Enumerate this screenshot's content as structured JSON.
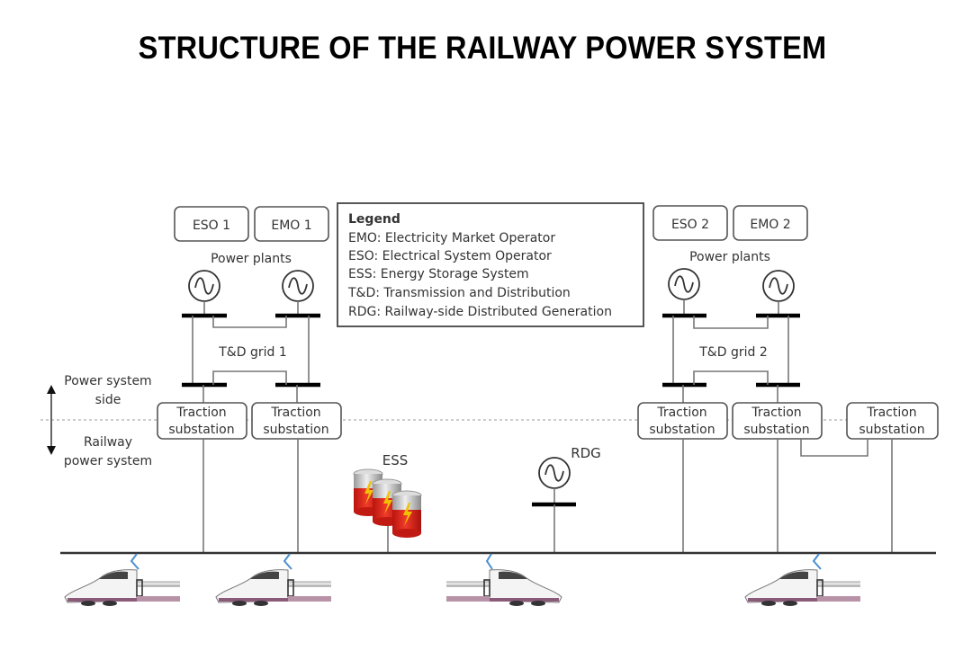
{
  "title": "STRUCTURE OF THE RAILWAY POWER SYSTEM",
  "operators": {
    "left": [
      "ESO 1",
      "EMO 1"
    ],
    "right": [
      "ESO 2",
      "EMO 2"
    ]
  },
  "power_plants_label": "Power plants",
  "grids": [
    "T&D grid 1",
    "T&D grid 2"
  ],
  "boundary": {
    "upper": [
      "Power system",
      "side"
    ],
    "lower": [
      "Railway",
      "power system"
    ]
  },
  "substation_label": [
    "Traction",
    "substation"
  ],
  "substation_count": 5,
  "ess_label": "ESS",
  "rdg_label": "RDG",
  "legend": {
    "heading": "Legend",
    "entries": [
      "EMO: Electricity Market Operator",
      "ESO: Electrical System Operator",
      "ESS: Energy Storage System",
      "T&D: Transmission and Distribution",
      "RDG: Railway-side Distributed Generation"
    ]
  },
  "trains": [
    {
      "name": "train-1",
      "direction": "left"
    },
    {
      "name": "train-2",
      "direction": "left"
    },
    {
      "name": "train-3",
      "direction": "right"
    },
    {
      "name": "train-4",
      "direction": "left"
    }
  ],
  "colors": {
    "battery_red": "#e0261e",
    "pantograph_blue": "#4a8fd0",
    "train_stripe": "#8a5a78"
  }
}
